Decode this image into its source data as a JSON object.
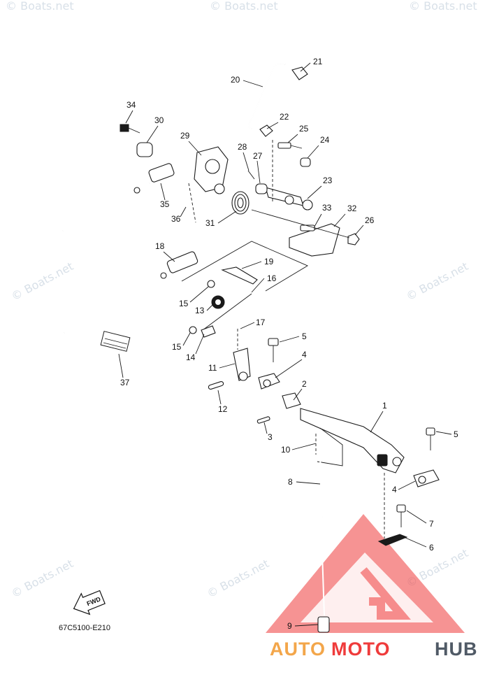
{
  "diagram_code": "67C5100-E210",
  "fwd_label": "FWD",
  "brand": {
    "part1": "AUTO",
    "part2": "MOTO",
    "part3": "HUB"
  },
  "watermark": "© Boats.net",
  "callouts": [
    "1",
    "2",
    "3",
    "4",
    "4",
    "5",
    "5",
    "6",
    "7",
    "8",
    "9",
    "10",
    "11",
    "12",
    "13",
    "14",
    "15",
    "15",
    "16",
    "17",
    "18",
    "19",
    "20",
    "21",
    "22",
    "23",
    "24",
    "25",
    "26",
    "27",
    "28",
    "29",
    "30",
    "31",
    "32",
    "33",
    "34",
    "35",
    "36",
    "37"
  ],
  "colors": {
    "logo_red": "#ef3b3b",
    "logo_orange": "#f3a64a",
    "logo_gray": "#505a66"
  }
}
